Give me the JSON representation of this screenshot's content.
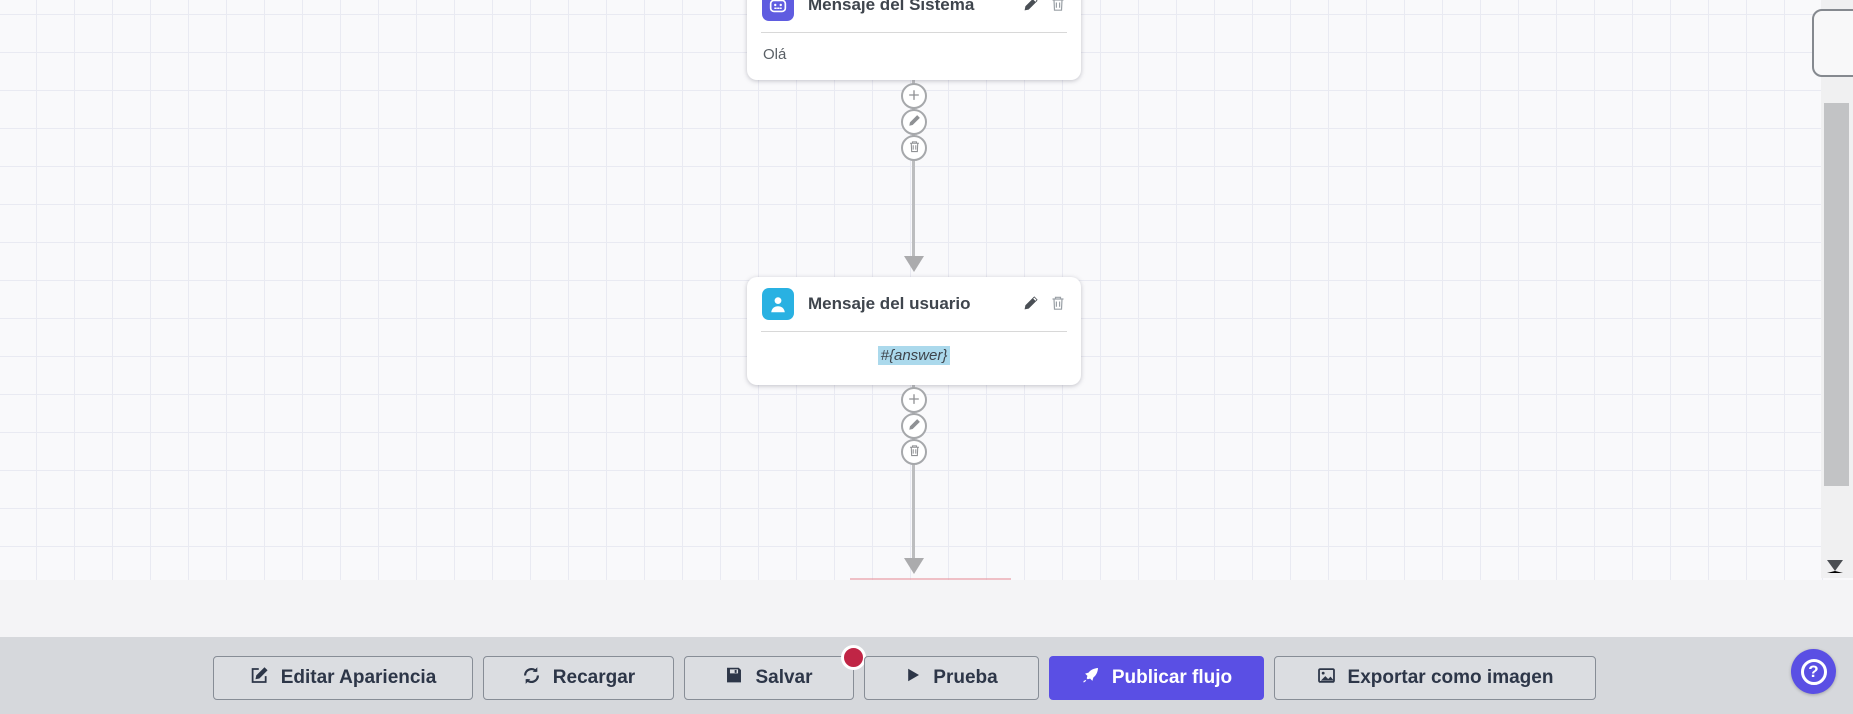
{
  "canvas": {
    "nodes": [
      {
        "title": "Mensaje del Sistema",
        "body": "Olá",
        "icon": "robot-icon"
      },
      {
        "title": "Mensaje del usuario",
        "body": "#{answer}",
        "icon": "user-icon",
        "body_highlighted": true
      }
    ],
    "connector_actions": [
      "add",
      "edit",
      "delete"
    ]
  },
  "toolbar": {
    "buttons": [
      {
        "label": "Editar Apariencia",
        "icon": "edit-icon"
      },
      {
        "label": "Recargar",
        "icon": "refresh-icon"
      },
      {
        "label": "Salvar",
        "icon": "save-icon",
        "has_unsaved_badge": true
      },
      {
        "label": "Prueba",
        "icon": "play-icon"
      },
      {
        "label": "Publicar flujo",
        "icon": "rocket-icon",
        "primary": true
      },
      {
        "label": "Exportar como imagen",
        "icon": "image-icon"
      }
    ]
  },
  "help_button": {
    "label": "?"
  },
  "colors": {
    "accent": "#5a4fe4",
    "node_system_icon_bg": "#5f5ce0",
    "node_user_icon_bg": "#29b1e2",
    "unsaved_badge": "#c02545",
    "answer_highlight": "#abd9ec",
    "canvas_bg": "#f9f9fb",
    "toolbar_bg": "#d6d8dc"
  }
}
